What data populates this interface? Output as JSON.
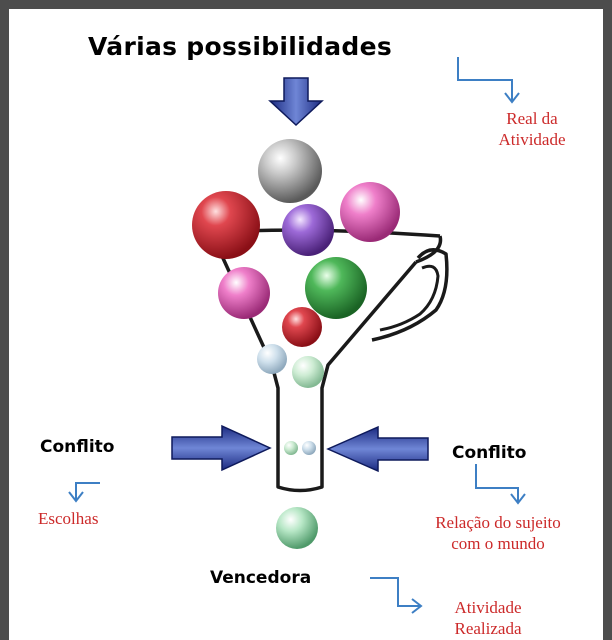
{
  "title": "Várias possibilidades",
  "annotations": {
    "real_line1": "Real da",
    "real_line2": "Atividade",
    "conflito_left": "Conflito",
    "escolhas": "Escolhas",
    "conflito_right": "Conflito",
    "relacao_line1": "Relação do sujeito",
    "relacao_line2": "com o mundo",
    "vencedora": "Vencedora",
    "realizada_line1": "Atividade",
    "realizada_line2": "Realizada"
  },
  "colors": {
    "frame": "#4d4d4d",
    "annotation_red": "#cc2a2a",
    "arrow_blue": "#2a3a9e",
    "connector_blue": "#3d7fc4"
  }
}
